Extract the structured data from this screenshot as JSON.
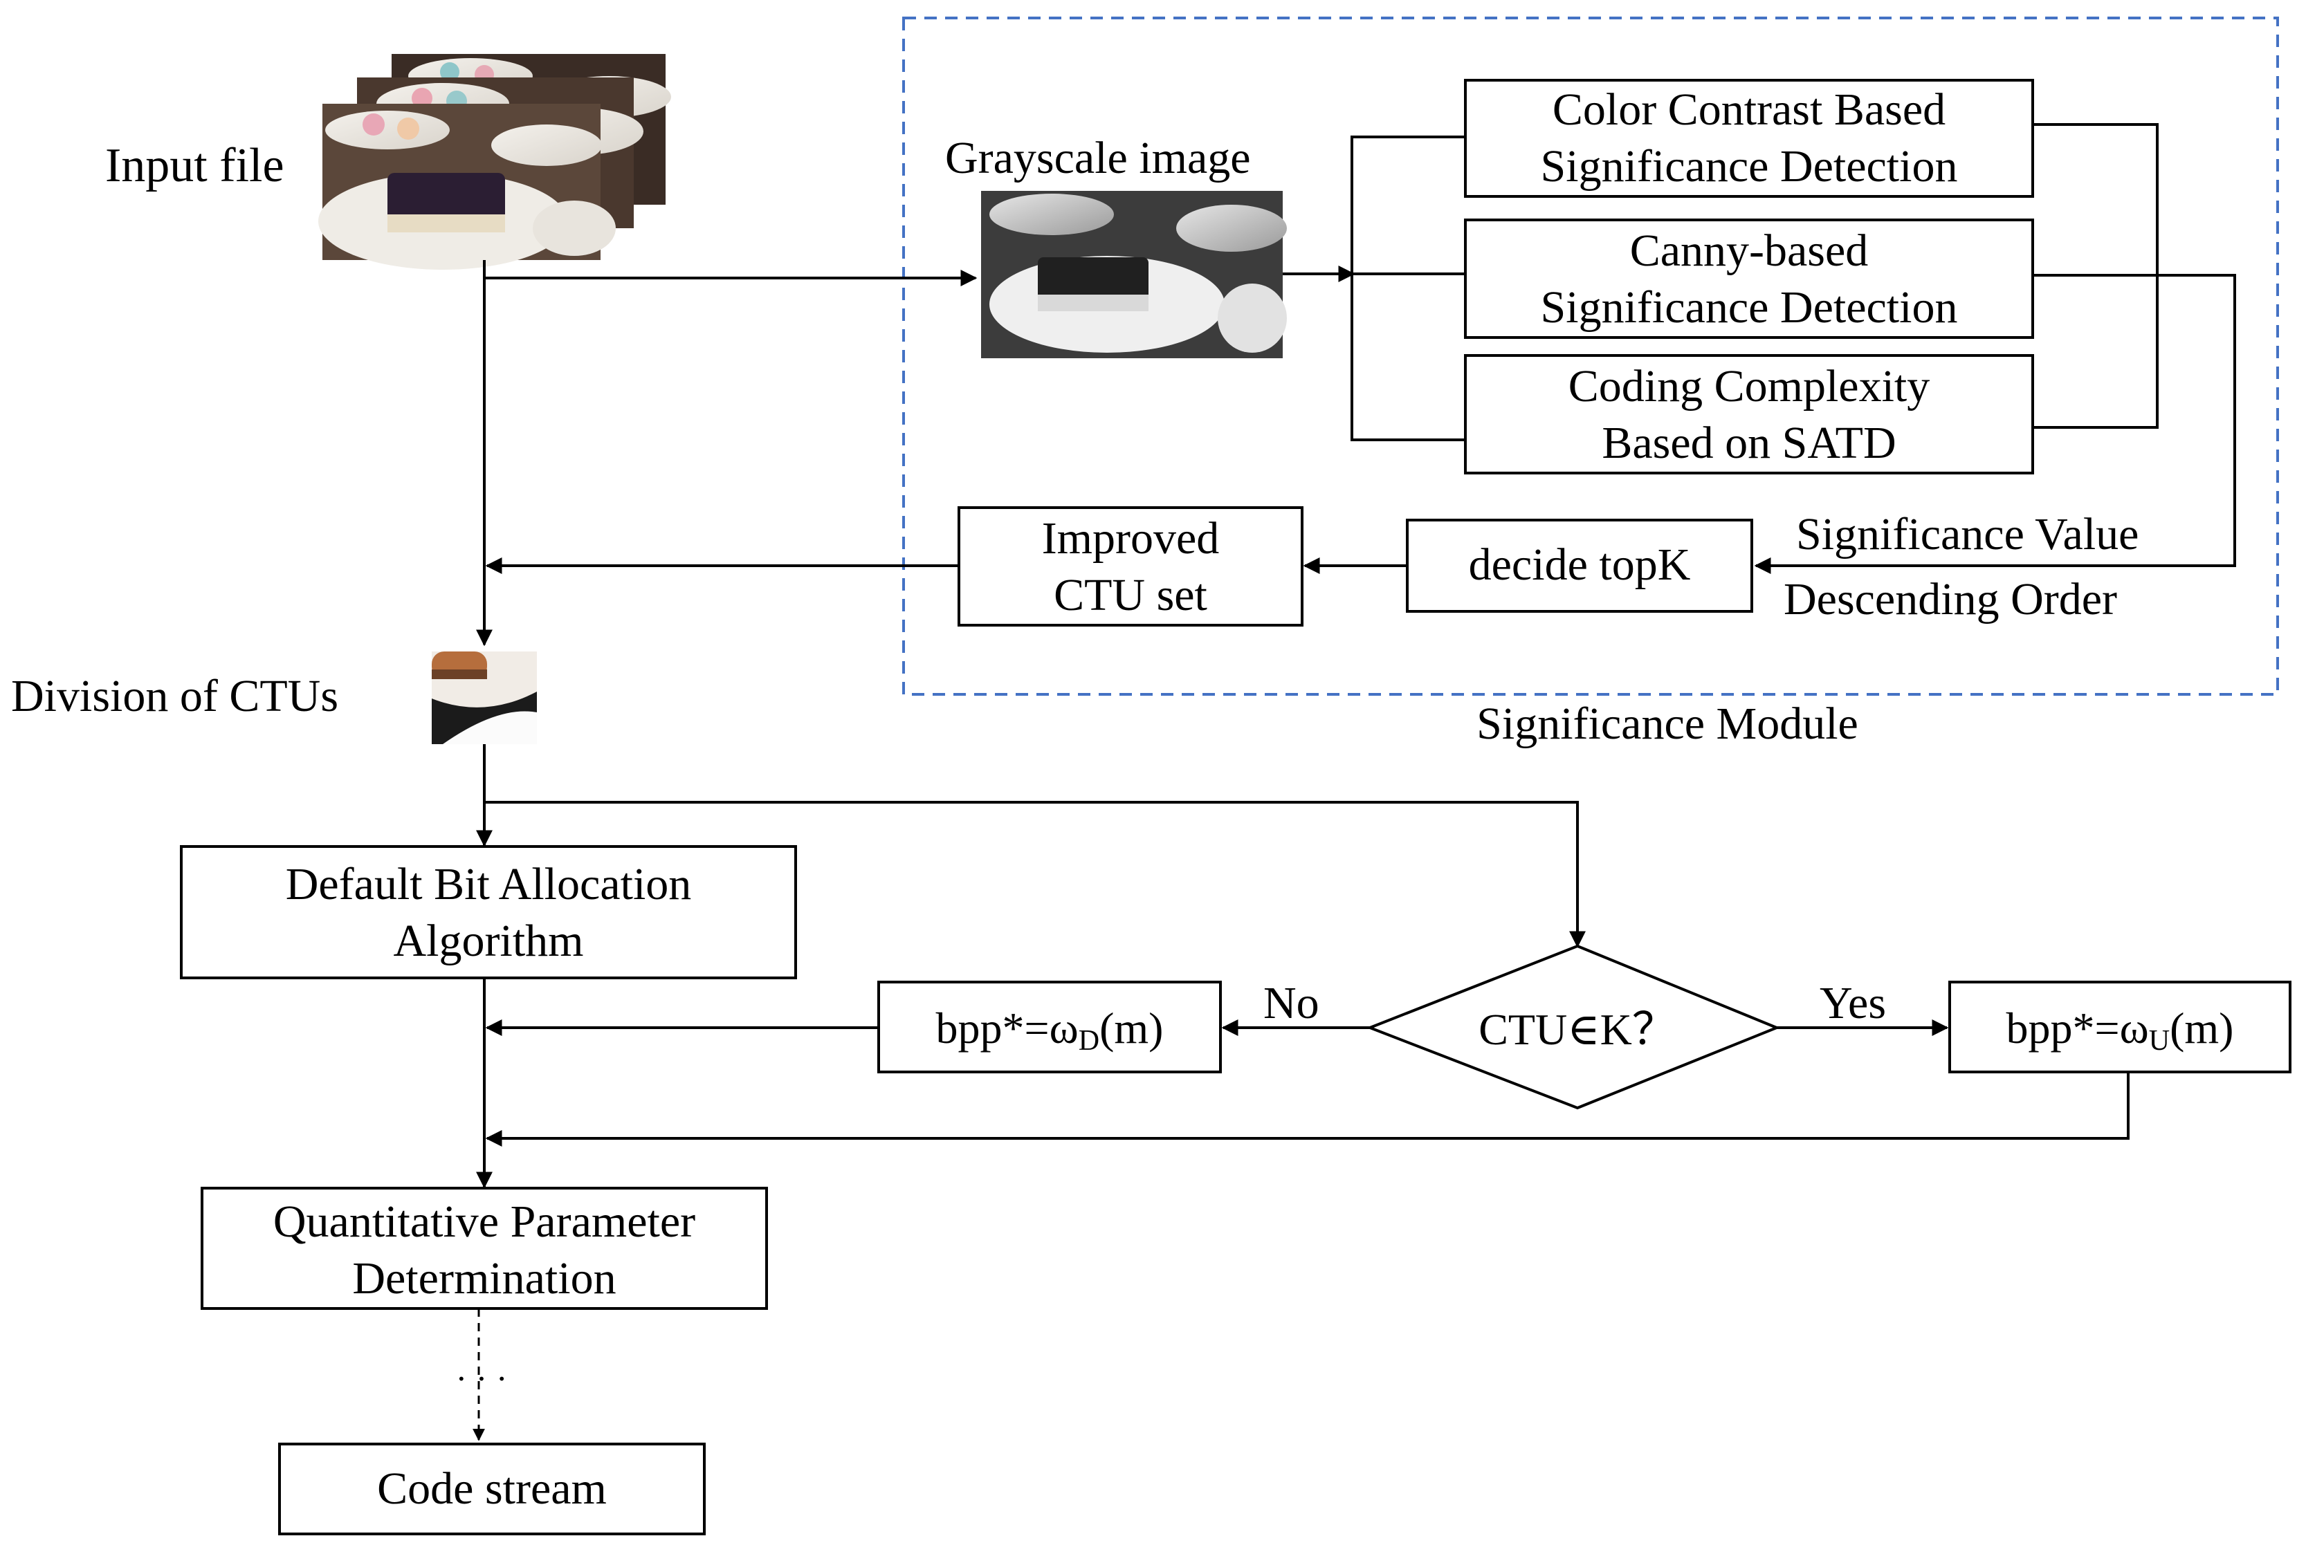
{
  "labels": {
    "input_file": "Input file",
    "grayscale_image": "Grayscale image",
    "division_of_ctus": "Division of CTUs",
    "significance_module": "Significance Module",
    "significance_value": "Significance Value",
    "descending_order": "Descending Order",
    "no": "No",
    "yes": "Yes",
    "ellipsis": "· · ·"
  },
  "boxes": {
    "color_contrast": [
      "Color Contrast Based",
      "Significance Detection"
    ],
    "canny": [
      "Canny-based",
      "Significance Detection"
    ],
    "coding_complexity": [
      "Coding Complexity",
      "Based on SATD"
    ],
    "decide_topk": "decide topK",
    "improved_ctu": [
      "Improved",
      "CTU set"
    ],
    "default_bit": [
      "Default Bit Allocation",
      "Algorithm"
    ],
    "decision": "CTU∈K？",
    "bpp_no": {
      "prefix": "bpp*=ω",
      "sub": "D",
      "suffix": "(m)"
    },
    "bpp_yes": {
      "prefix": "bpp*=ω",
      "sub": "U",
      "suffix": "(m)"
    },
    "qp": [
      "Quantitative Parameter",
      "Determination"
    ],
    "code_stream": "Code stream"
  },
  "colors": {
    "module_border": "#4472c4",
    "line": "#000000"
  },
  "images": {
    "input_frames": "photo-of-dessert-plates",
    "grayscale": "grayscale-photo-of-cake",
    "ctu_crop": "ctu-crop-thumbnail"
  }
}
